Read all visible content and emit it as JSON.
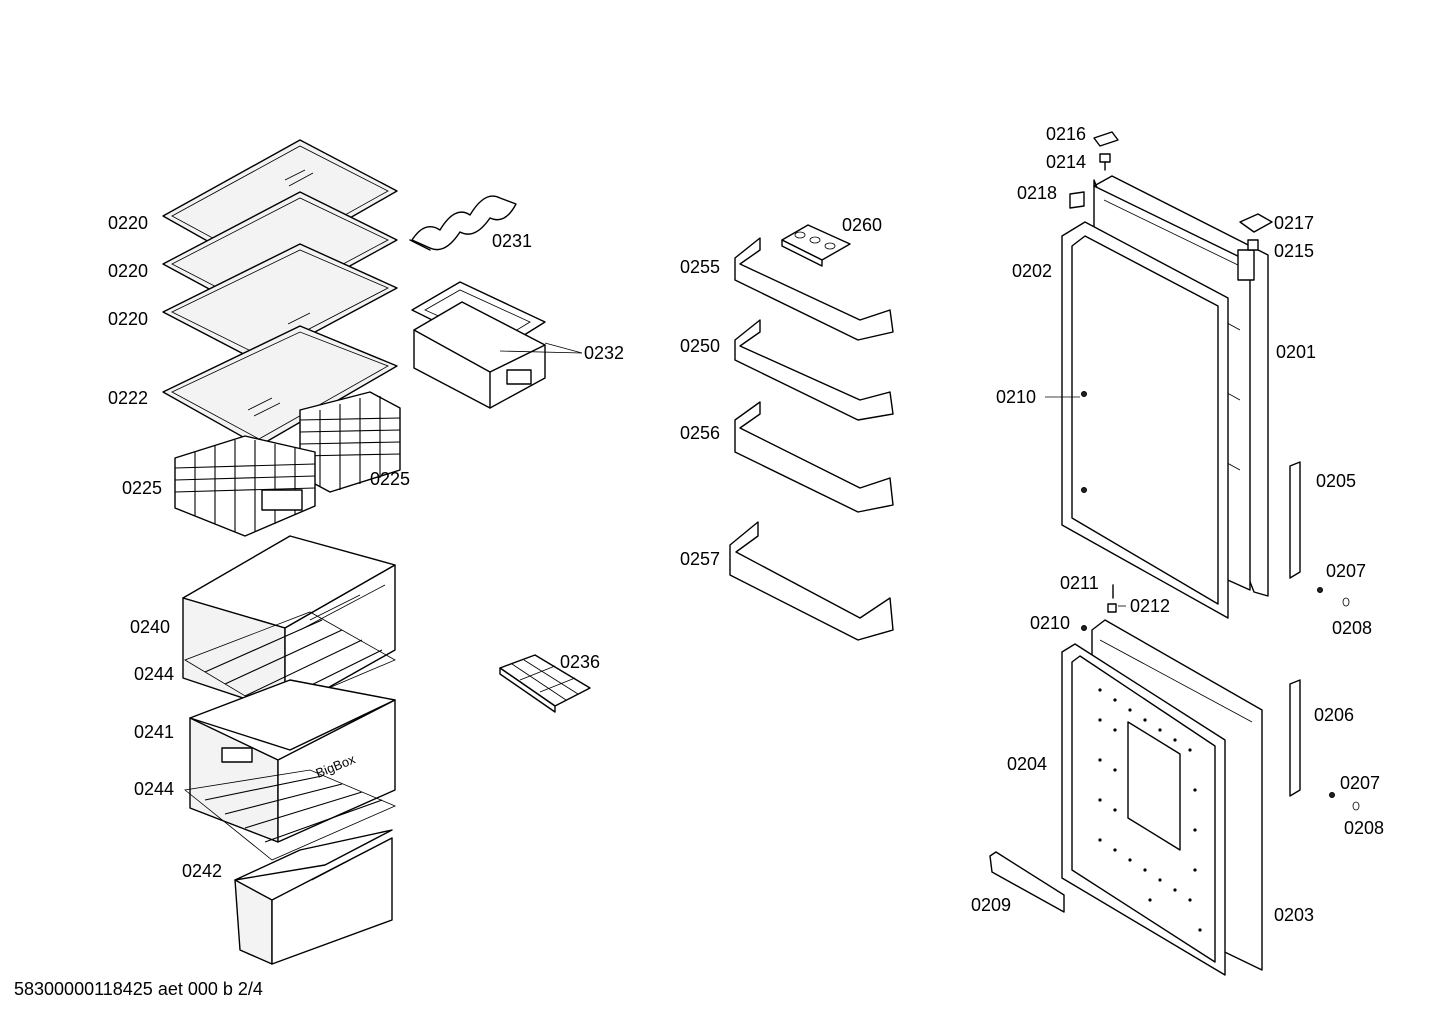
{
  "document_ref": "58300000118425 aet 000 b 2/4",
  "brand_mark": "BigBox",
  "labels": {
    "p0220a": "0220",
    "p0220b": "0220",
    "p0220c": "0220",
    "p0222": "0222",
    "p0225a": "0225",
    "p0225b": "0225",
    "p0231": "0231",
    "p0232": "0232",
    "p0240": "0240",
    "p0244a": "0244",
    "p0241": "0241",
    "p0244b": "0244",
    "p0242": "0242",
    "p0236": "0236",
    "p0255": "0255",
    "p0260": "0260",
    "p0250": "0250",
    "p0256": "0256",
    "p0257": "0257",
    "p0216": "0216",
    "p0214": "0214",
    "p0218": "0218",
    "p0217": "0217",
    "p0215": "0215",
    "p0202": "0202",
    "p0201": "0201",
    "p0210a": "0210",
    "p0205": "0205",
    "p0211": "0211",
    "p0212": "0212",
    "p0207a": "0207",
    "p0208a": "0208",
    "p0210b": "0210",
    "p0206": "0206",
    "p0204": "0204",
    "p0207b": "0207",
    "p0208b": "0208",
    "p0209": "0209",
    "p0203": "0203"
  }
}
